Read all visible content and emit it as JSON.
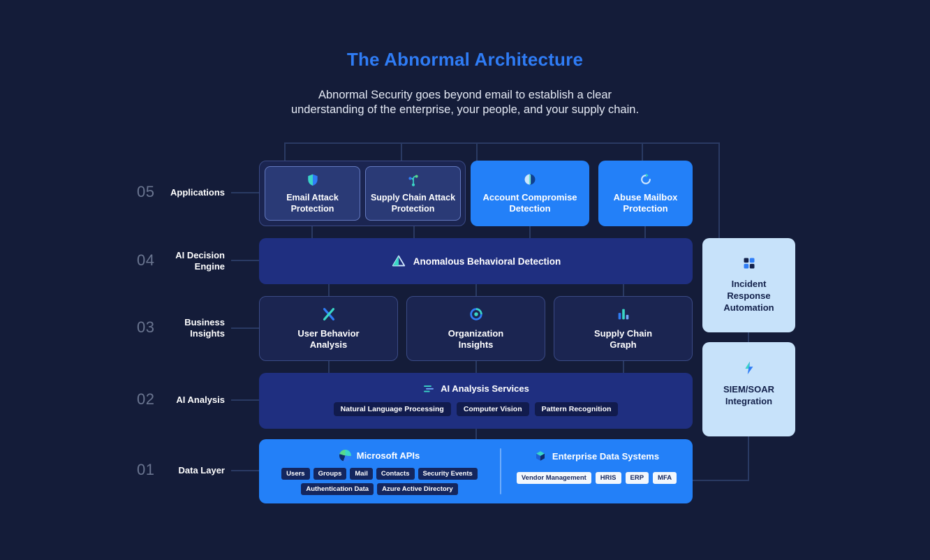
{
  "header": {
    "title": "The Abnormal Architecture",
    "subtitle_line1": "Abnormal Security goes beyond email to establish a clear",
    "subtitle_line2": "understanding of the enterprise, your people, and your supply chain."
  },
  "layers": [
    {
      "number": "05",
      "label": "Applications"
    },
    {
      "number": "04",
      "label": "AI Decision Engine"
    },
    {
      "number": "03",
      "label": "Business Insights"
    },
    {
      "number": "02",
      "label": "AI Analysis"
    },
    {
      "number": "01",
      "label": "Data Layer"
    }
  ],
  "applications": {
    "email_attack_protection": "Email Attack Protection",
    "supply_chain_attack_protection": "Supply Chain Attack Protection",
    "account_compromise_detection": "Account Compromise Detection",
    "abuse_mailbox_protection": "Abuse Mailbox Protection"
  },
  "ai_decision_engine": {
    "anomalous_behavioral_detection": "Anomalous Behavioral Detection"
  },
  "business_insights": {
    "user_behavior_analysis": "User Behavior Analysis",
    "organization_insights": "Organization Insights",
    "supply_chain_graph": "Supply Chain Graph"
  },
  "ai_analysis": {
    "title": "AI Analysis Services",
    "services": [
      "Natural Language Processing",
      "Computer Vision",
      "Pattern Recognition"
    ]
  },
  "data_layer": {
    "microsoft_apis": {
      "title": "Microsoft APIs",
      "sources_row1": [
        "Users",
        "Groups",
        "Mail",
        "Contacts",
        "Security Events"
      ],
      "sources_row2": [
        "Authentication Data",
        "Azure Active Directory"
      ]
    },
    "enterprise_data_systems": {
      "title": "Enterprise Data Systems",
      "sources": [
        "Vendor Management",
        "HRIS",
        "ERP",
        "MFA"
      ]
    }
  },
  "integrations": {
    "incident_response_automation": "Incident Response Automation",
    "siem_soar_integration": "SIEM/SOAR Integration"
  },
  "colors": {
    "background": "#141C39",
    "title_blue": "#2F7CF5",
    "bright_blue": "#2380F8",
    "royal_blue": "#1F2F80",
    "panel_navy": "#1B2551",
    "light_blue": "#C7E2FA",
    "teal": "#3AD6C6",
    "connector": "#2A3A63"
  }
}
